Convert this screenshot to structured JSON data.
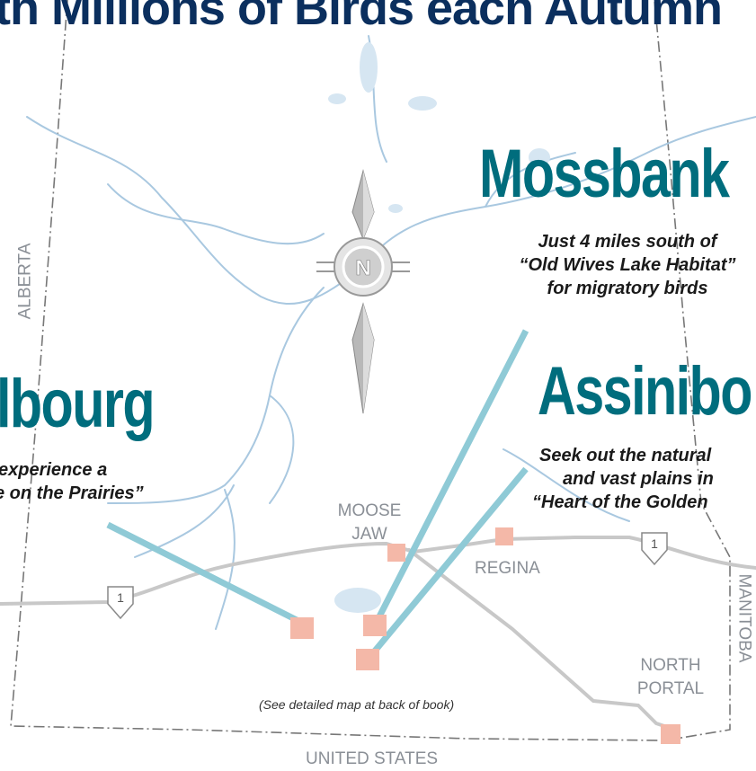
{
  "headline": "th Millions of Birds each Autumn",
  "towns": {
    "mossbank": {
      "name": "Mossbank",
      "blurb": [
        "Just 4 miles south of",
        "“Old Wives Lake Habitat”",
        "for migratory birds"
      ]
    },
    "assiniboia": {
      "name": "Assinibo",
      "blurb": [
        "Seek out the natural",
        "and vast plains in",
        "“Heart of the Golden"
      ]
    },
    "gravelbourg": {
      "name": "lbourg",
      "blurb": [
        "experience a",
        "e on the Prairies”"
      ]
    }
  },
  "places": {
    "alberta": "ALBERTA",
    "manitoba": "MANITOBA",
    "moose_jaw": [
      "MOOSE",
      "JAW"
    ],
    "regina": "REGINA",
    "north_portal": [
      "NORTH",
      "PORTAL"
    ],
    "united_states": "UNITED STATES"
  },
  "highway_number": "1",
  "compass_letter": "N",
  "note": "(See detailed map at back of book)",
  "colors": {
    "headline": "#0b2f5e",
    "town_title": "#006d7d",
    "pointer_line": "#8fcad6",
    "marker": "#f4b8a8",
    "river": "#a9c8e0",
    "road": "#c8c8c8",
    "border": "#777777"
  }
}
